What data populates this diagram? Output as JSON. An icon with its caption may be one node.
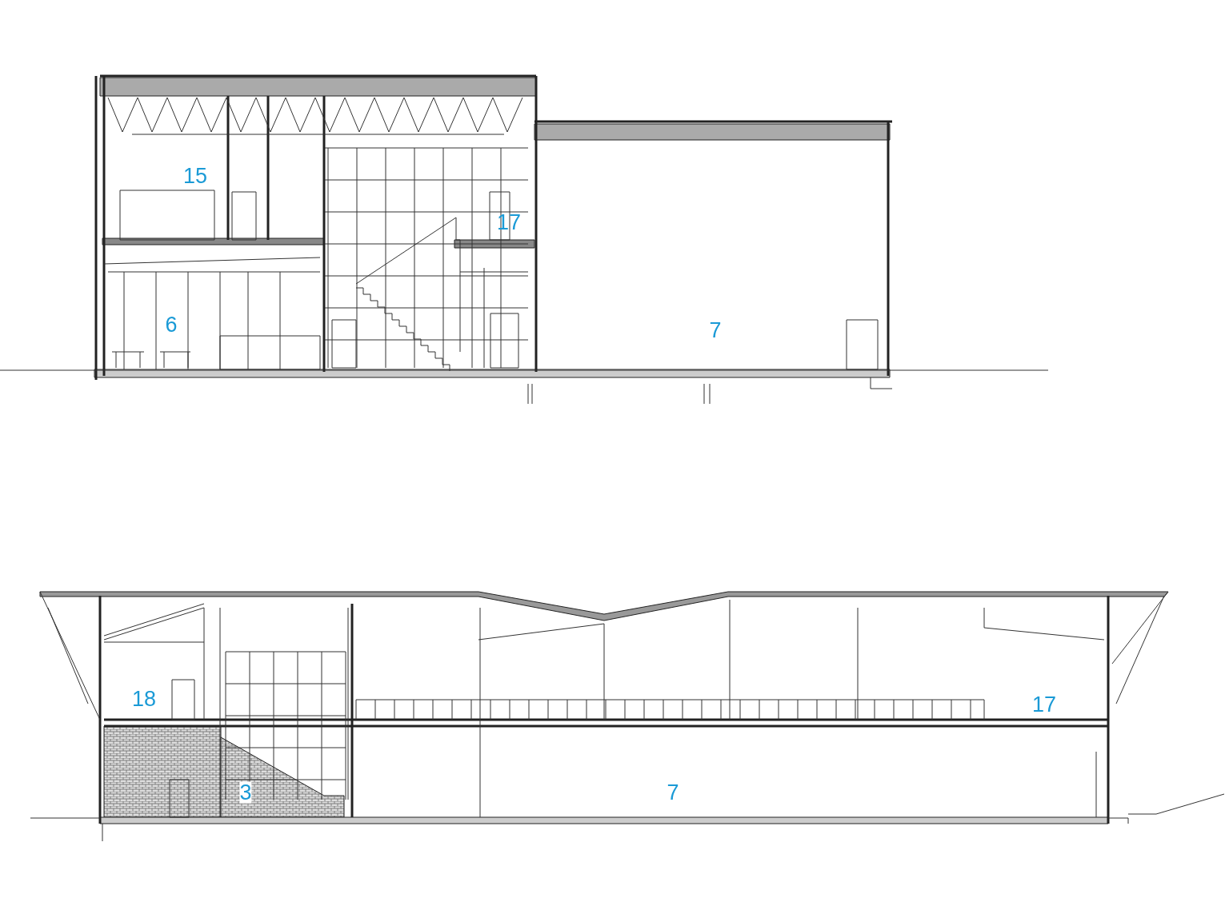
{
  "diagram": {
    "labels": [
      "15",
      "17",
      "6",
      "7",
      "18",
      "17",
      "3",
      "7"
    ]
  }
}
